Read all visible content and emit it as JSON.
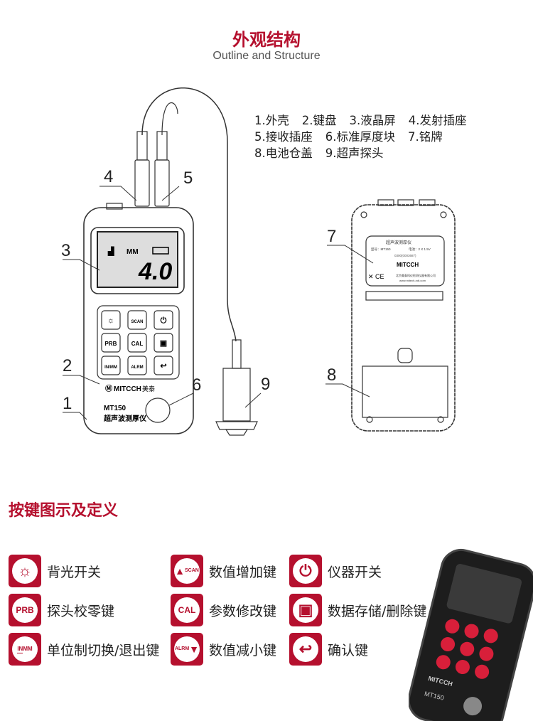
{
  "header": {
    "title": "外观结构",
    "subtitle": "Outline and Structure"
  },
  "legend": {
    "items": [
      "1.外壳",
      "2.键盘",
      "3.液晶屏",
      "4.发射插座",
      "5.接收插座",
      "6.标准厚度块",
      "7.铭牌",
      "8.电池仓盖",
      "9.超声探头"
    ]
  },
  "callouts": [
    "1",
    "2",
    "3",
    "4",
    "5",
    "6",
    "7",
    "8",
    "9"
  ],
  "device": {
    "brand": "MITCCH",
    "brand_cn": "美泰",
    "model": "MT150",
    "name_cn": "超声波测厚仪",
    "display_unit": "MM",
    "display_value": "4.0",
    "keys": [
      "sun",
      "SCAN",
      "power",
      "PRB",
      "CAL",
      "save",
      "IN/MM",
      "ALRM",
      "enter"
    ]
  },
  "nameplate": {
    "title": "超声波测厚仪",
    "model": "型号：MT150",
    "power": "电池：2 X 1.5V",
    "cert": "0300(0003687)",
    "company": "北京美泰科仪检测仪器有限公司",
    "url": "www.mitech-ndt.com"
  },
  "keys_section": {
    "title": "按键图示及定义",
    "keys": [
      {
        "icon": "sun-icon",
        "glyph": "☼",
        "label": "背光开关"
      },
      {
        "icon": "scan-up-icon",
        "glyph": "SCAN",
        "label": "数值增加键"
      },
      {
        "icon": "power-icon",
        "glyph": "⏻",
        "label": "仪器开关"
      },
      {
        "icon": "prb-icon",
        "glyph": "PRB",
        "label": "探头校零键"
      },
      {
        "icon": "cal-icon",
        "glyph": "CAL",
        "label": "参数修改键"
      },
      {
        "icon": "save-icon",
        "glyph": "▣",
        "label": "数据存储/删除键"
      },
      {
        "icon": "in-mm-icon",
        "glyph": "IN/MM",
        "label": "单位制切换/退出键"
      },
      {
        "icon": "alrm-down-icon",
        "glyph": "ALRM",
        "label": "数值减小键"
      },
      {
        "icon": "enter-icon",
        "glyph": "↩",
        "label": "确认键"
      }
    ]
  },
  "colors": {
    "accent": "#b5102e",
    "text": "#222222"
  }
}
